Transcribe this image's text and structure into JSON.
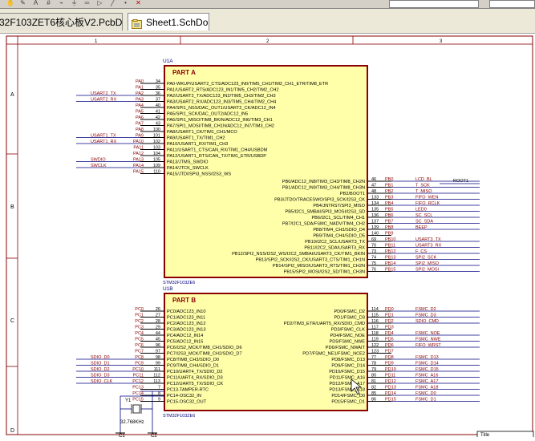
{
  "tabs": [
    {
      "label": "32F103ZET6核心板V2.PcbDoc",
      "active": false
    },
    {
      "label": "Sheet1.SchDoc",
      "active": true
    }
  ],
  "toolbar_icons": [
    "hand-icon",
    "pencil-icon",
    "text-icon",
    "grid-icon",
    "net-icon",
    "power-icon",
    "bus-icon",
    "port-icon",
    "wire-icon",
    "junction-icon",
    "x-icon"
  ],
  "ruler": {
    "cols": [
      "1",
      "2",
      "3"
    ],
    "rows": [
      "A",
      "B",
      "C",
      "D"
    ]
  },
  "partA": {
    "designator": "U1A",
    "title": "PART A",
    "comment": "STM32F103ZE6",
    "left_pins": [
      {
        "func": "PA0-WKUP/USART2_CTS/ADC123_IN0/TIM5_CH1/TIM2_CH1_ETR/TIM8_ETR",
        "num": "34",
        "net": "PA0",
        "ext": ""
      },
      {
        "func": "PA1/USART2_RTS/ADC123_IN1/TIM5_CH2/TIM2_CH2",
        "num": "35",
        "net": "PA1",
        "ext": ""
      },
      {
        "func": "PA2/USART2_TX/ADC123_IN2/TIM5_CH3/TIM2_CH3",
        "num": "36",
        "net": "PA2",
        "ext": "USART2_TX"
      },
      {
        "func": "PA3/USART2_RX/ADC123_IN3/TIM5_CH4/TIM2_CH4",
        "num": "37",
        "net": "PA3",
        "ext": "USART2_RX"
      },
      {
        "func": "PA4/SPI1_NSS/DAC_OUT1/USART2_CK/ADC12_IN4",
        "num": "40",
        "net": "PA4",
        "ext": ""
      },
      {
        "func": "PA5/SPI1_SCK/DAC_OUT2/ADC12_IN5",
        "num": "41",
        "net": "PA5",
        "ext": ""
      },
      {
        "func": "PA6/SPI1_MISO/TIM8_BKIN/ADC12_IN6/TIM3_CH1",
        "num": "42",
        "net": "PA6",
        "ext": ""
      },
      {
        "func": "PA7/SPI1_MOSI/TIM8_CH1N/ADC12_IN7/TIM3_CH2",
        "num": "43",
        "net": "PA7",
        "ext": ""
      },
      {
        "func": "PA8/USART1_CK/TIM1_CH1/MCO",
        "num": "100",
        "net": "PA8",
        "ext": ""
      },
      {
        "func": "PA9/USART1_TX/TIM1_CH2",
        "num": "101",
        "net": "PA9",
        "ext": "USART1_TX"
      },
      {
        "func": "PA10/USART1_RX/TIM1_CH3",
        "num": "102",
        "net": "PA10",
        "ext": "USART1_RX"
      },
      {
        "func": "PA11/USART1_CTS/CAN_RX/TIM1_CH4/USBDM",
        "num": "103",
        "net": "PA11",
        "ext": ""
      },
      {
        "func": "PA12/USART1_RTS/CAN_TX/TIM1_ETR/USBDP",
        "num": "104",
        "net": "PA12",
        "ext": ""
      },
      {
        "func": "PA13/JTMS_SWDIO",
        "num": "105",
        "net": "PA13",
        "ext": "SWDIO"
      },
      {
        "func": "PA14/JTCK_SWCLK",
        "num": "109",
        "net": "PA14",
        "ext": "SWCLK"
      },
      {
        "func": "PA15/JTDI/SPI3_NSS/I2S3_WS",
        "num": "110",
        "net": "PA15",
        "ext": ""
      }
    ],
    "right_pins": [
      {
        "func": "PB0/ADC12_IN8/TIM3_CH3/TIM8_CH2N",
        "num": "46",
        "net": "PB0",
        "ext": "LCD_BL"
      },
      {
        "func": "PB1/ADC12_IN9/TIM3_CH4/TIM8_CH3N",
        "num": "47",
        "net": "PB1",
        "ext": "T_SCK"
      },
      {
        "func": "PB2/BOOT1",
        "num": "48",
        "net": "PB2",
        "ext": "T_MISO"
      },
      {
        "func": "PB3/JTDO/TRACESWO/SPI3_SCK/I2S3_CK",
        "num": "133",
        "net": "PB3",
        "ext": "FIFO_WEN"
      },
      {
        "func": "PB4/JNTRST/SPI3_MISO",
        "num": "134",
        "net": "PB4",
        "ext": "FIFO_RCLK"
      },
      {
        "func": "PB5/I2C1_SMBAI/SPI3_MOSI/I2S3_SD",
        "num": "135",
        "net": "PB5",
        "ext": "LED0"
      },
      {
        "func": "PB6/I2C1_SCL/TIM4_CH1",
        "num": "136",
        "net": "PB6",
        "ext": "SC_SCL"
      },
      {
        "func": "PB7/I2C1_SDA/FSMC_NADV/TIM4_CH2",
        "num": "137",
        "net": "PB7",
        "ext": "SC_SDA"
      },
      {
        "func": "PB8/TIM4_CH3/SDIO_D4",
        "num": "139",
        "net": "PB8",
        "ext": "BEEP"
      },
      {
        "func": "PB9/TIM4_CH4/SDIO_D5",
        "num": "140",
        "net": "PB9",
        "ext": ""
      },
      {
        "func": "PB10/I2C2_SCL/USART3_TX",
        "num": "69",
        "net": "PB10",
        "ext": "USART3_TX"
      },
      {
        "func": "PB11/I2C2_SDA/USART3_RX",
        "num": "70",
        "net": "PB11",
        "ext": "USART3_RX"
      },
      {
        "func": "PB12/SPI2_NSS/I2S2_WS/I2C2_SMBAI/USART3_CK/TIM1_BKIN",
        "num": "73",
        "net": "PB12",
        "ext": "F_CS"
      },
      {
        "func": "PB13/SPI2_SCK/I2S2_CK/USART3_CTS/TIM1_CH1N",
        "num": "74",
        "net": "PB13",
        "ext": "SPI2_SCK"
      },
      {
        "func": "PB14/SPI2_MISO/USART3_RTS/TIM1_CH2N",
        "num": "75",
        "net": "PB14",
        "ext": "SPI2_MISO"
      },
      {
        "func": "PB15/SPI2_MOSI/I2S2_SD/TIM1_CH3N",
        "num": "76",
        "net": "PB15",
        "ext": "SPI2_MOSI"
      }
    ],
    "right_extra": "ROOT1"
  },
  "partB": {
    "designator": "U1B",
    "title": "PART B",
    "comment": "STM32F103ZE6",
    "left_pins": [
      {
        "func": "PC0/ADC123_IN10",
        "num": "26",
        "net": "PC0",
        "ext": ""
      },
      {
        "func": "PC1/ADC123_IN11",
        "num": "27",
        "net": "PC1",
        "ext": ""
      },
      {
        "func": "PC2/ADC123_IN12",
        "num": "28",
        "net": "PC2",
        "ext": ""
      },
      {
        "func": "PC3/ADC123_IN13",
        "num": "29",
        "net": "PC3",
        "ext": ""
      },
      {
        "func": "PC4/ADC12_IN14",
        "num": "44",
        "net": "PC4",
        "ext": ""
      },
      {
        "func": "PC5/ADC12_IN15",
        "num": "45",
        "net": "PC5",
        "ext": ""
      },
      {
        "func": "PC6/I2S2_MCK/TIM8_CH1/SDIO_D6",
        "num": "96",
        "net": "PC6",
        "ext": ""
      },
      {
        "func": "PC7/I2S3_MCK/TIM8_CH2/SDIO_D7",
        "num": "97",
        "net": "PC7",
        "ext": ""
      },
      {
        "func": "PC8/TIM8_CH3/SDIO_D0",
        "num": "98",
        "net": "PC8",
        "ext": "SDIO_D0"
      },
      {
        "func": "PC9/TIM8_CH4/SDIO_D1",
        "num": "99",
        "net": "PC9",
        "ext": "SDIO_D1"
      },
      {
        "func": "PC10/UART4_TX/SDIO_D2",
        "num": "111",
        "net": "PC10",
        "ext": "SDIO_D2"
      },
      {
        "func": "PC11/UART4_RX/SDIO_D3",
        "num": "112",
        "net": "PC11",
        "ext": "SDIO_D3"
      },
      {
        "func": "PC12/UART5_TX/SDIO_CK",
        "num": "113",
        "net": "PC12",
        "ext": "SDIO_CLK"
      },
      {
        "func": "PC13-TAMPER-RTC",
        "num": "7",
        "net": "PC13",
        "ext": ""
      },
      {
        "func": "PC14-OSC32_IN",
        "num": "8",
        "net": "PC14",
        "ext": ""
      },
      {
        "func": "PC15-OSC32_OUT",
        "num": "9",
        "net": "PC15",
        "ext": ""
      }
    ],
    "right_pins": [
      {
        "func": "PD0/FSMC_D2",
        "num": "114",
        "net": "PD0",
        "ext": "FSMC_D2"
      },
      {
        "func": "PD1/FSMC_D3",
        "num": "115",
        "net": "PD1",
        "ext": "FSMC_D3"
      },
      {
        "func": "PD2/TIM3_ETR/UART5_RX/SDIO_CMD",
        "num": "116",
        "net": "PD2",
        "ext": "SDIO_CMD"
      },
      {
        "func": "PD3/FSMC_CLK",
        "num": "117",
        "net": "PD3",
        "ext": ""
      },
      {
        "func": "PD4/FSMC_NOE",
        "num": "118",
        "net": "PD4",
        "ext": "FSMC_NOE"
      },
      {
        "func": "PD5/FSMC_NWE",
        "num": "119",
        "net": "PD5",
        "ext": "FSMC_NWE"
      },
      {
        "func": "PD6/FSMC_NWAIT",
        "num": "122",
        "net": "PD6",
        "ext": "FIFO_WRST"
      },
      {
        "func": "PD7/FSMC_NE1/FSMC_NCE2",
        "num": "123",
        "net": "PD7",
        "ext": ""
      },
      {
        "func": "PD8/FSMC_D13",
        "num": "77",
        "net": "PD8",
        "ext": "FSMC_D13"
      },
      {
        "func": "PD9/FSMC_D14",
        "num": "78",
        "net": "PD9",
        "ext": "FSMC_D14"
      },
      {
        "func": "PD10/FSMC_D15",
        "num": "79",
        "net": "PD10",
        "ext": "FSMC_D15"
      },
      {
        "func": "PD11/FSMC_A16",
        "num": "80",
        "net": "PD11",
        "ext": "FSMC_A16"
      },
      {
        "func": "PD12/FSMC_A17",
        "num": "81",
        "net": "PD12",
        "ext": "FSMC_A17"
      },
      {
        "func": "PD13/FSMC_A18",
        "num": "82",
        "net": "PD13",
        "ext": "FSMC_A18"
      },
      {
        "func": "PD14/FSMC_D0",
        "num": "85",
        "net": "PD14",
        "ext": "FSMC_D0"
      },
      {
        "func": "PD15/FSMC_D1",
        "num": "86",
        "net": "PD15",
        "ext": "FSMC_D1"
      }
    ]
  },
  "crystal": {
    "designator": "Y1",
    "value": "32.768KHz"
  },
  "caps": [
    "C1",
    "C2"
  ],
  "title_block_label": "Title",
  "colors": {
    "body_fill": "#ffffaa",
    "body_stroke": "#8b0000",
    "pin": "#000000",
    "net": "#8b0000",
    "ext": "#8b0000",
    "wire": "#000080",
    "text": "#000080",
    "frame": "#8b0000"
  }
}
